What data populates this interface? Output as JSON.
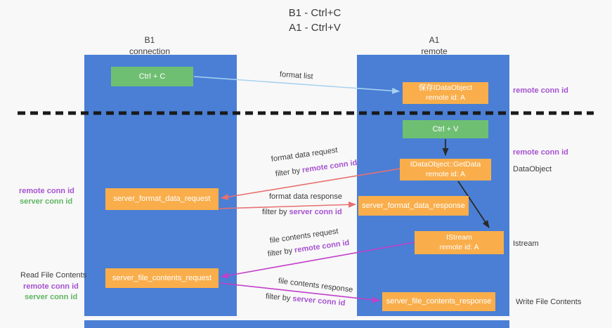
{
  "title": {
    "line1": "B1 - Ctrl+C",
    "line2": "A1 - Ctrl+V"
  },
  "columns": {
    "left": {
      "name": "B1",
      "role": "connection"
    },
    "right": {
      "name": "A1",
      "role": "remote"
    }
  },
  "boxes": {
    "ctrl_c": {
      "label": "Ctrl + C"
    },
    "ctrl_v": {
      "label": "Ctrl + V"
    },
    "save_dataobject": {
      "line1": "保存IDataObject",
      "line2": "remote id: A"
    },
    "getdata": {
      "line1": "IDataObject::GetData",
      "line2": "remote id: A"
    },
    "istream": {
      "line1": "IStream",
      "line2": "remote id: A"
    },
    "server_format_data_request": {
      "label": "server_format_data_request"
    },
    "server_format_data_response": {
      "label": "server_format_data_response"
    },
    "server_file_contents_request": {
      "label": "server_file_contents_request"
    },
    "server_file_contents_response": {
      "label": "server_file_contents_response"
    }
  },
  "arrow_labels": {
    "format_list": "format list",
    "format_data_request": "format data request",
    "format_data_response": "format data response",
    "file_contents_request": "file contents request",
    "file_contents_response": "file contents response",
    "filter_by": "filter by ",
    "remote_conn_id": "remote conn id",
    "server_conn_id": "server conn id"
  },
  "margin_labels": {
    "right_remote_conn_id_top": "remote conn id",
    "right_remote_conn_id_mid": "remote conn id",
    "dataobject": "DataObject",
    "istream": "Istream",
    "write_file_contents": "Write File Contents",
    "left_remote_conn_id_mid": "remote conn id",
    "left_server_conn_id_mid": "server conn id",
    "read_file_contents": "Read File Contents",
    "left_remote_conn_id_bottom": "remote conn id",
    "left_server_conn_id_bottom": "server conn id"
  },
  "colors": {
    "column_blue": "#4a7fd5",
    "box_green": "#6fbf73",
    "box_orange": "#f9ae4b",
    "arrow_light_blue": "#a9d2f0",
    "arrow_salmon": "#e87070",
    "arrow_magenta": "#c23fc9",
    "arrow_black": "#2a2a2a",
    "text_purple": "#a653d0",
    "text_green": "#5fb563",
    "text_dark": "#3c3c3c",
    "background": "#f8f8f8"
  }
}
